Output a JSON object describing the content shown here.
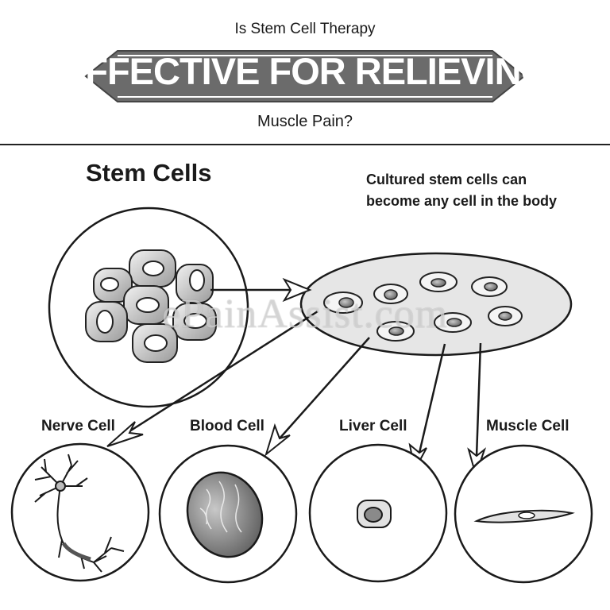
{
  "header": {
    "line1": "Is Stem Cell Therapy",
    "banner": "EFFECTIVE FOR RELIEVING",
    "line3": "Muscle Pain?"
  },
  "diagram": {
    "title": "Stem Cells",
    "caption": "Cultured stem cells can become any cell in the body",
    "cell_types": {
      "nerve": "Nerve Cell",
      "blood": "Blood Cell",
      "liver": "Liver Cell",
      "muscle": "Muscle Cell"
    },
    "watermark": "ePainAssist.com"
  },
  "colors": {
    "banner": "#6b6b6b",
    "cell_fill": "#d6d6d6",
    "ellipse_fill": "#e6e6e6",
    "line": "#1a1a1a"
  }
}
